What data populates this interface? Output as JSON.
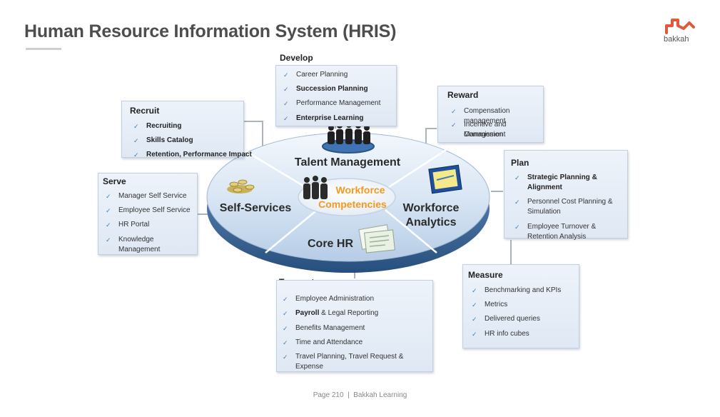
{
  "title": "Human Resource Information System (HRIS)",
  "logo": {
    "text": "bakkah",
    "accent_color": "#e05a3b"
  },
  "diagram": {
    "center": [
      "Workforce",
      "Competencies"
    ],
    "sectors": {
      "talent": "Talent  Management",
      "self": "Self-Services",
      "analytics": [
        "Workforce",
        "Analytics"
      ],
      "core": "Core HR"
    }
  },
  "boxes": {
    "develop": {
      "title": "Develop",
      "items": [
        "Career Planning",
        "Succession Planning",
        "Performance Management",
        "Enterprise Learning"
      ]
    },
    "recruit": {
      "title": "Recruit",
      "items": [
        "Recruiting",
        "Skills Catalog",
        "Retention, Performance Impact"
      ]
    },
    "reward": {
      "title": "Reward",
      "items": [
        "Compensation management",
        "Incentive and Commission",
        "Management"
      ]
    },
    "serve": {
      "title": "Serve",
      "items": [
        "Manager Self Service",
        "Employee Self Service",
        "HR Portal",
        "Knowledge",
        "Management"
      ]
    },
    "plan": {
      "title": "Plan",
      "items": [
        "Strategic Planning &",
        "Alignment",
        "Personnel Cost Planning &",
        "Simulation",
        "Employee Turnover &",
        "Retention Analysis"
      ]
    },
    "transact": {
      "title": "Transact",
      "items": [
        "Employee Administration",
        "Payroll",
        " & Legal Reporting",
        "Benefits Management",
        "Time and Attendance",
        "Travel Planning, Travel Request &",
        "Expense"
      ]
    },
    "measure": {
      "title": "Measure",
      "items": [
        "Benchmarking and KPIs",
        "Metrics",
        "Delivered queries",
        "HR info cubes"
      ]
    }
  },
  "footer": {
    "page": "Page 210",
    "separator": "|",
    "org": "Bakkah Learning"
  },
  "colors": {
    "check": "#3f7fb8",
    "accent_orange": "#f29a1f",
    "disc_top": "#dce8f5",
    "disc_edge": "#2e5a8a"
  },
  "icons": [
    "people-group-icon",
    "coins-icon",
    "chart-screen-icon",
    "documents-icon",
    "checkmark-icon"
  ]
}
